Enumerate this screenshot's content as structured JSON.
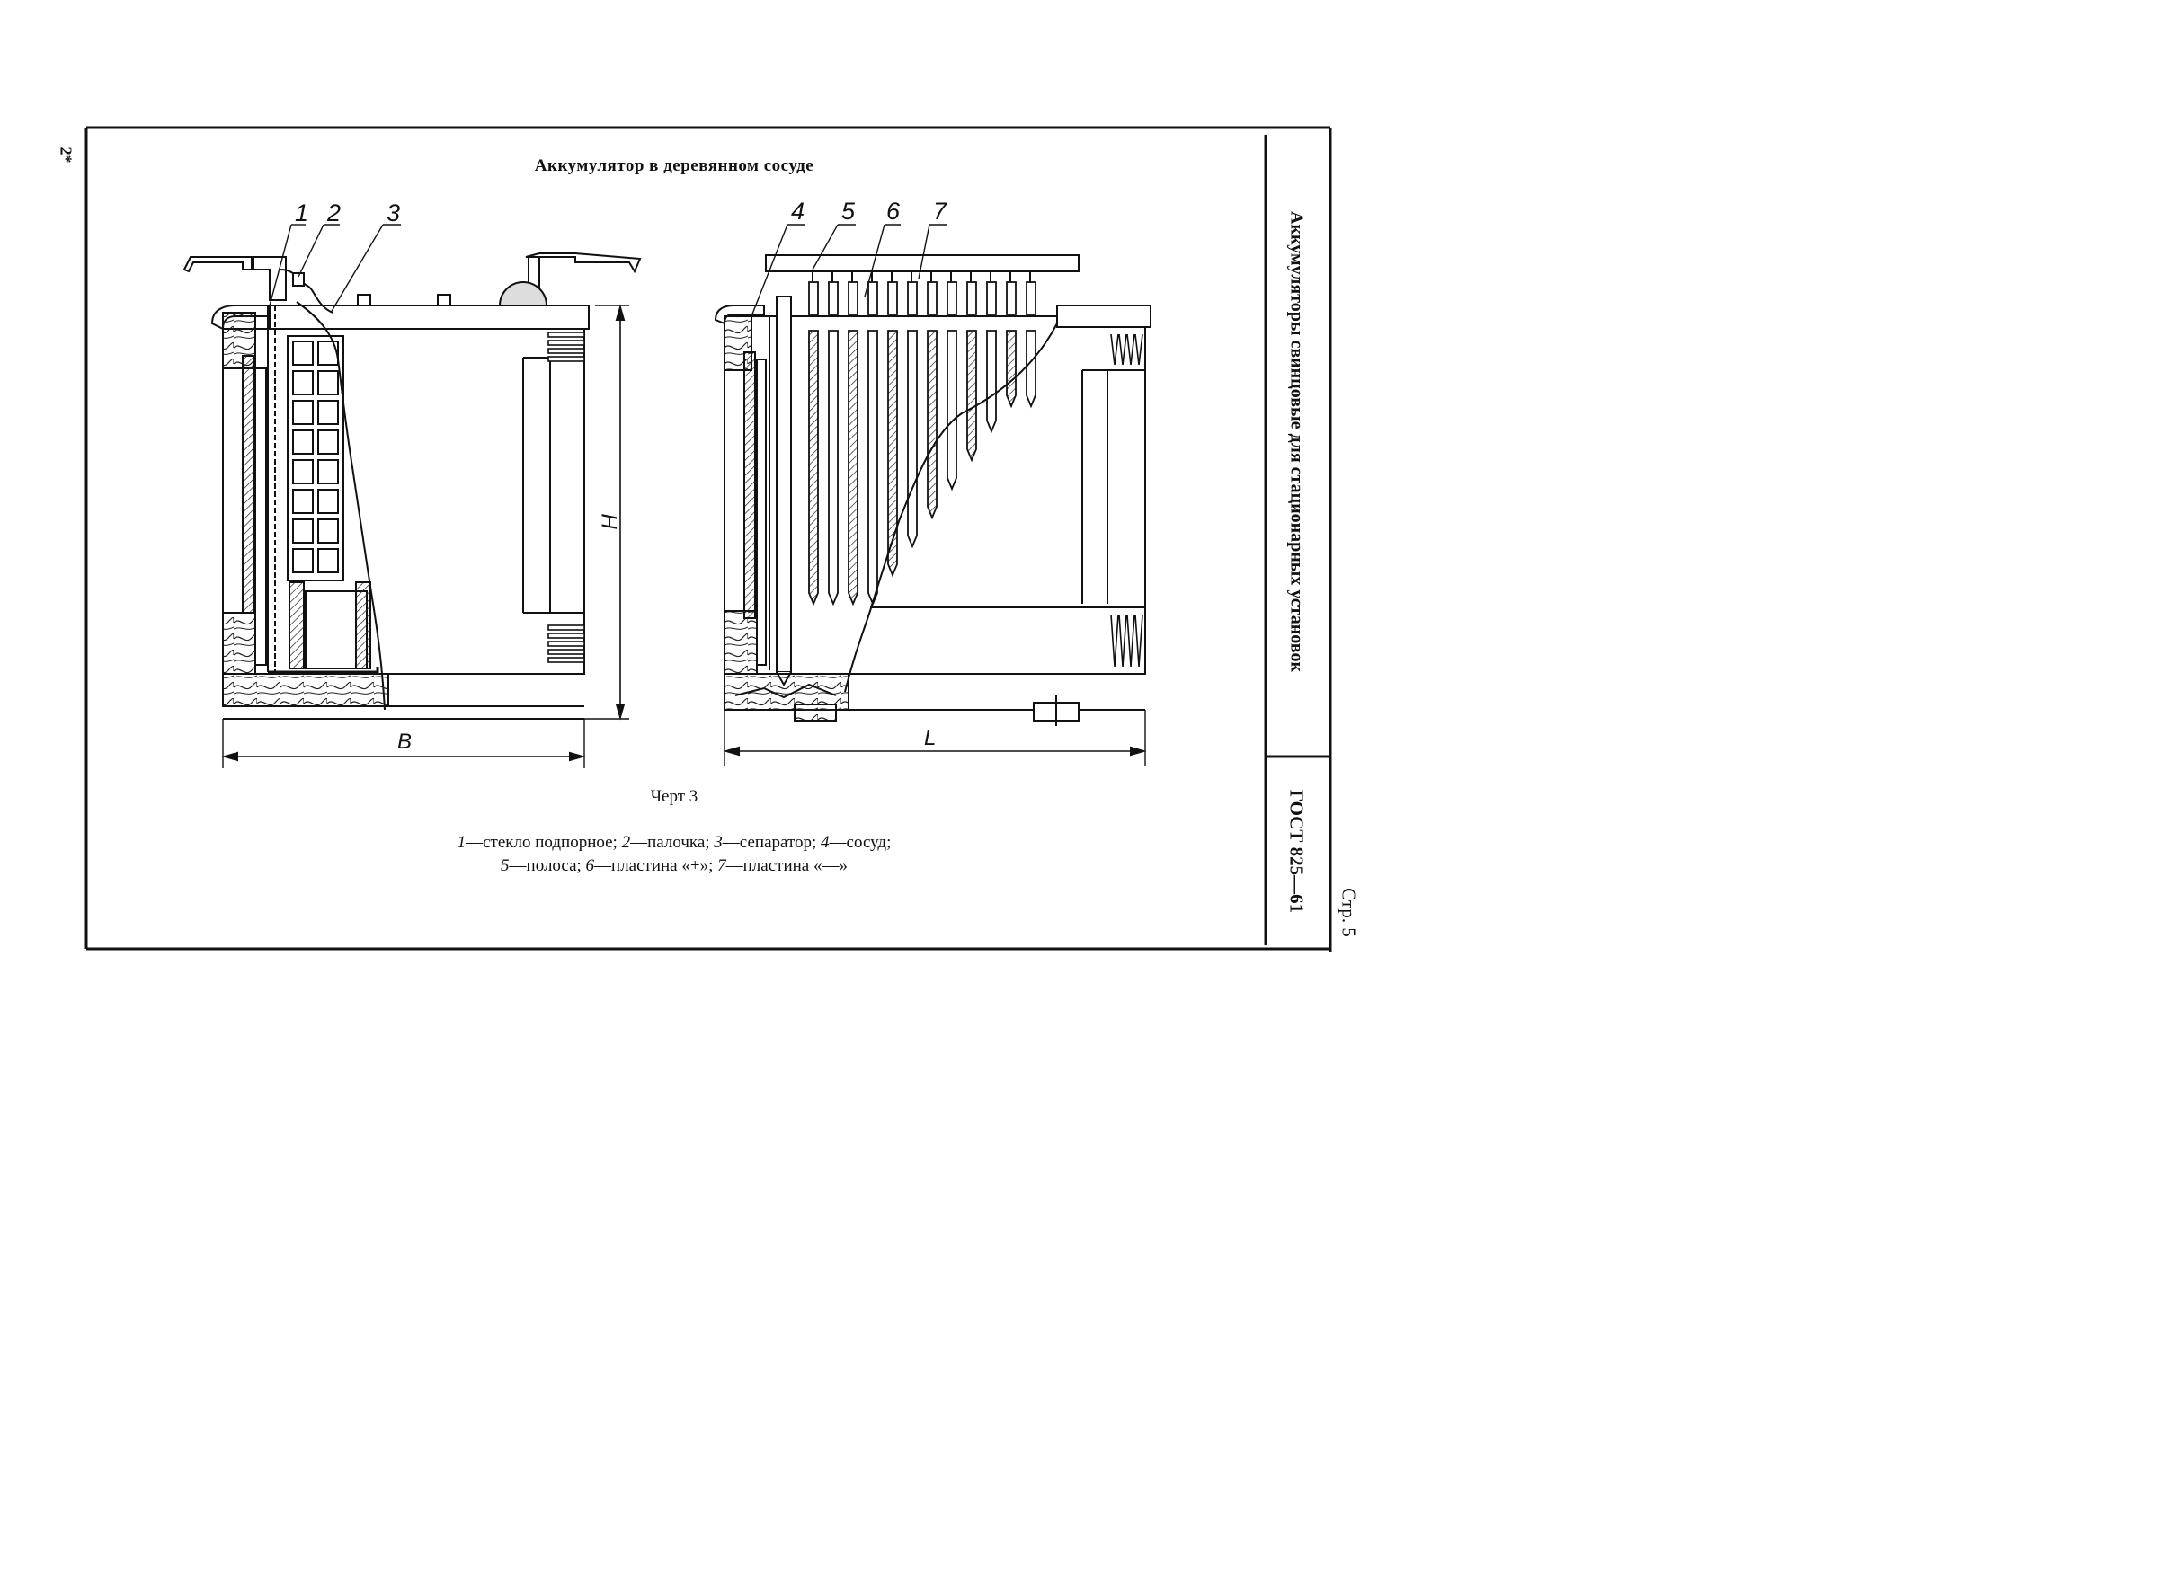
{
  "sheet_mark": "2*",
  "title": "Аккумулятор в деревянном сосуде",
  "side_title": "Аккумуляторы свинцовые для стационарных установок",
  "standard": "ГОСТ 825—61",
  "page_number": "Стр. 5",
  "caption": "Черт 3",
  "callouts": [
    "1",
    "2",
    "3",
    "4",
    "5",
    "6",
    "7"
  ],
  "dimensions": {
    "height": "H",
    "width": "B",
    "length": "L"
  },
  "legend": [
    {
      "num": "1",
      "text": "—стекло подпорное; "
    },
    {
      "num": "2",
      "text": "—палочка; "
    },
    {
      "num": "3",
      "text": "—сепаратор; "
    },
    {
      "num": "4",
      "text": "—сосуд;"
    },
    {
      "num": "5",
      "text": "—полоса; "
    },
    {
      "num": "6",
      "text": "—пластина «+»; "
    },
    {
      "num": "7",
      "text": "—пластина «—»"
    }
  ]
}
